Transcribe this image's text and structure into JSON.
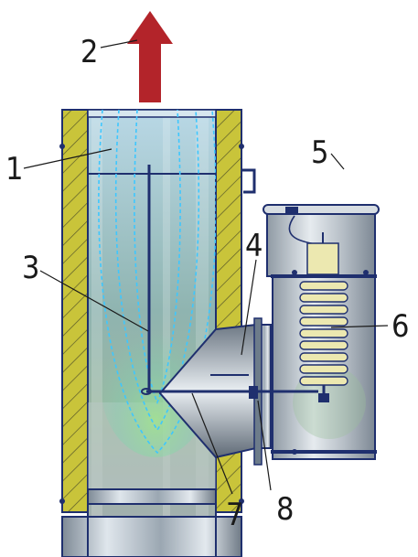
{
  "diagram": {
    "colors": {
      "insulation": "#c9c43a",
      "metal_outline": "#1f2f6e",
      "arrow": "#b3242a",
      "flame": "#3ec7ff",
      "steel": "#c4cdd6",
      "spring_cap": "#ece8b0"
    },
    "labels": [
      {
        "id": "1",
        "text": "1"
      },
      {
        "id": "2",
        "text": "2"
      },
      {
        "id": "3",
        "text": "3"
      },
      {
        "id": "4",
        "text": "4"
      },
      {
        "id": "5",
        "text": "5"
      },
      {
        "id": "6",
        "text": "6"
      },
      {
        "id": "7",
        "text": "7"
      },
      {
        "id": "8",
        "text": "8"
      }
    ]
  }
}
